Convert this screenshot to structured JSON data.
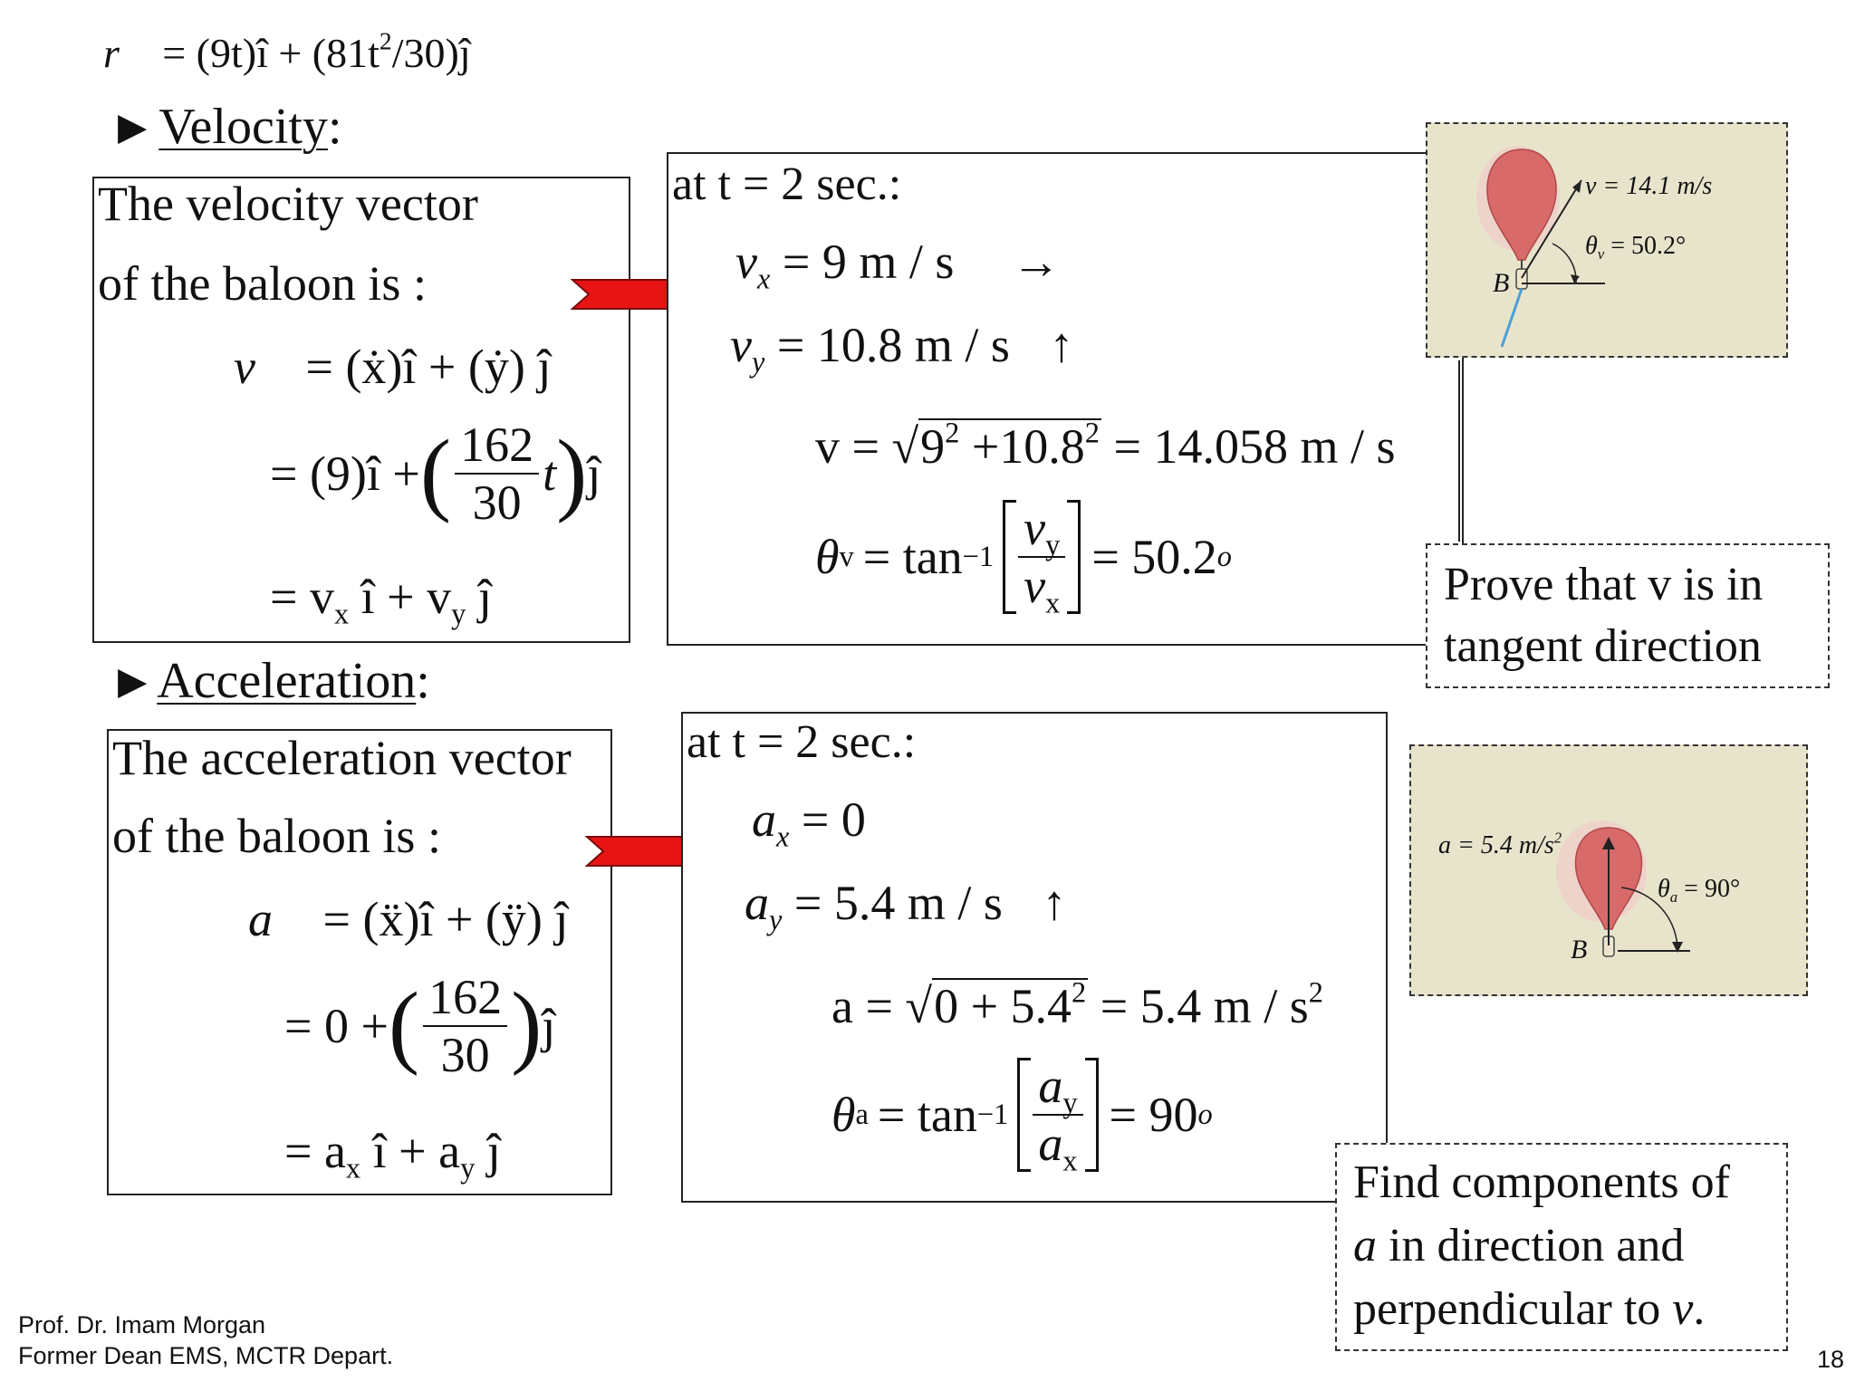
{
  "position": {
    "lhs": "r",
    "part1": "(9t)",
    "part2": "(81t",
    "part2_exp": "2",
    "part2_tail": "/30)"
  },
  "velocity": {
    "heading": "Velocity",
    "heading_colon": ":",
    "intro_line1": "The velocity vector",
    "intro_line2": "of the baloon is :",
    "time_label": "at t = 2 sec.:",
    "vx": "v",
    "vx_sub": "x",
    "vx_value": "= 9   m / s",
    "vx_arrow": "→",
    "vy": "v",
    "vy_sub": "y",
    "vy_value": "= 10.8   m / s",
    "vy_arrow": "↑",
    "magnitude_lhs": "v =",
    "magnitude_radicand_a": "9",
    "magnitude_radicand_b": "+10.8",
    "magnitude_result": "= 14.058   m / s",
    "angle_lhs": "θ",
    "angle_sub": "v",
    "angle_eq": "= tan",
    "angle_exp": "−1",
    "angle_num": "v",
    "angle_num_sub": "y",
    "angle_den": "v",
    "angle_den_sub": "x",
    "angle_result": "= 50.2",
    "angle_deg": "o",
    "eq1_lhs": "v",
    "eq1_rhs": "= (ẋ)î + (ẏ) ĵ",
    "eq2_a": "= (9)î +",
    "eq2_num": "162",
    "eq2_den": "30",
    "eq2_t": "t",
    "eq2_j": "ĵ",
    "eq3": "= v",
    "eq3_sub1": "x",
    "eq3_mid": " î + v",
    "eq3_sub2": "y",
    "eq3_end": " ĵ",
    "figure_v_label": "v = 14.1 m/s",
    "figure_theta_label": "θ",
    "figure_theta_sub": "v",
    "figure_theta_value": " = 50.2°",
    "figure_point": "B",
    "note_line1": "Prove that v is in",
    "note_line2": "tangent direction"
  },
  "acceleration": {
    "heading": "Acceleration",
    "heading_colon": ":",
    "intro_line1": "The acceleration vector",
    "intro_line2": "of the baloon is :",
    "time_label": "at t = 2 sec.:",
    "ax": "a",
    "ax_sub": "x",
    "ax_value": "= 0",
    "ay": "a",
    "ay_sub": "y",
    "ay_value": "= 5.4   m / s",
    "ay_arrow": "↑",
    "magnitude_lhs": "a =",
    "magnitude_radicand": "0 + 5.4",
    "magnitude_result": "= 5.4   m / s",
    "magnitude_exp": "2",
    "angle_lhs": "θ",
    "angle_sub": "a",
    "angle_eq": "= tan",
    "angle_exp": "−1",
    "angle_num": "a",
    "angle_num_sub": "y",
    "angle_den": "a",
    "angle_den_sub": "x",
    "angle_result": "= 90",
    "angle_deg": "o",
    "eq1_lhs": "a",
    "eq1_rhs": "= (ẍ)î + (ÿ) ĵ",
    "eq2_a": "= 0 +",
    "eq2_num": "162",
    "eq2_den": "30",
    "eq2_j": "ĵ",
    "eq3": "= a",
    "eq3_sub1": "x",
    "eq3_mid": " î + a",
    "eq3_sub2": "y",
    "eq3_end": " ĵ",
    "figure_a_label": "a = 5.4 m/s",
    "figure_a_exp": "2",
    "figure_theta_label": "θ",
    "figure_theta_sub": "a",
    "figure_theta_value": " = 90°",
    "figure_point": "B",
    "note_line1": "Find components of",
    "note_line2a": "a",
    "note_line2b": " in direction and",
    "note_line3a": "perpendicular to ",
    "note_line3b": "v",
    "note_line3c": "."
  },
  "footer": {
    "line1": "Prof. Dr. Imam Morgan",
    "line2": "Former Dean EMS, MCTR Depart.",
    "page_number": "18"
  },
  "colors": {
    "arrow": "#e81414",
    "figure_bg": "#e8e4cc",
    "balloon": "#d96a6a"
  }
}
